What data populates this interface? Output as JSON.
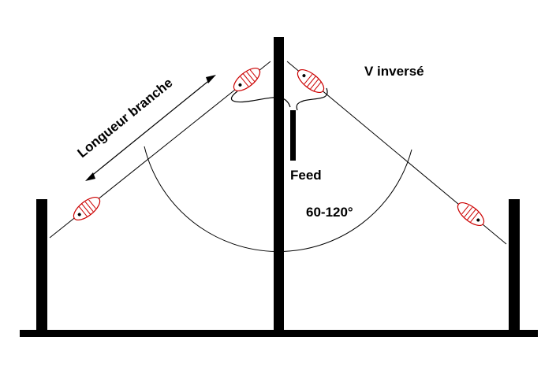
{
  "diagram": {
    "title": "V inversé",
    "branch_length_label": "Longueur branche",
    "feed_label": "Feed",
    "angle_label": "60-120°"
  },
  "colors": {
    "background": "#ffffff",
    "structure": "#000000",
    "insulator": "#cc0000"
  },
  "icons": {
    "insulator": "egg-insulator-icon",
    "arrow": "double-arrow-icon"
  }
}
